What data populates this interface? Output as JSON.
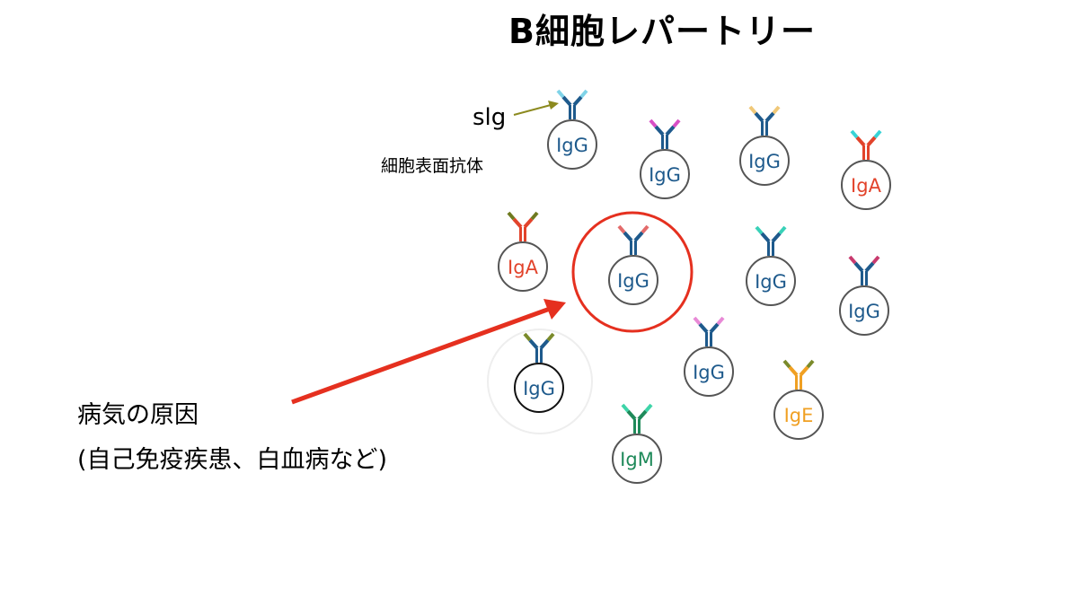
{
  "title": "B細胞レパートリー",
  "labels": {
    "sig": "slg",
    "sig_sub": "細胞表面抗体",
    "cause_line1": "病気の原因",
    "cause_line2": "(自己免疫疾患、白血病など)"
  },
  "cells": [
    {
      "name": "cell-igg-sig",
      "label": "IgG",
      "color": "#1e5a8c",
      "tip": "#7fd3e8"
    },
    {
      "name": "cell-igg-2",
      "label": "IgG",
      "color": "#1e5a8c",
      "tip": "#d84fc5"
    },
    {
      "name": "cell-igg-3",
      "label": "IgG",
      "color": "#1e5a8c",
      "tip": "#f0c878"
    },
    {
      "name": "cell-iga-1",
      "label": "IgA",
      "color": "#e2432b",
      "tip": "#38d3d6"
    },
    {
      "name": "cell-iga-2",
      "label": "IgA",
      "color": "#e2432b",
      "tip": "#6e7a1f"
    },
    {
      "name": "cell-igg-selected",
      "label": "IgG",
      "color": "#1e5a8c",
      "tip": "#e36b6b"
    },
    {
      "name": "cell-igg-6",
      "label": "IgG",
      "color": "#1e5a8c",
      "tip": "#39d1b8"
    },
    {
      "name": "cell-igg-7",
      "label": "IgG",
      "color": "#1e5a8c",
      "tip": "#c83a6e"
    },
    {
      "name": "cell-igg-dark",
      "label": "IgG",
      "color": "#1e5a8c",
      "tip": "#7a8a2a"
    },
    {
      "name": "cell-igg-9",
      "label": "IgG",
      "color": "#1e5a8c",
      "tip": "#e889d6"
    },
    {
      "name": "cell-ige",
      "label": "IgE",
      "color": "#f0a023",
      "tip": "#7a8a2a"
    },
    {
      "name": "cell-igm",
      "label": "IgM",
      "color": "#1f8a5a",
      "tip": "#3ed4a8"
    }
  ],
  "colors": {
    "arrow_sig": "#8c8a1f",
    "arrow_cause": "#e5301f",
    "highlight": "#e5301f",
    "cell_outline": "#555555",
    "cell_outline_dark": "#111111"
  }
}
